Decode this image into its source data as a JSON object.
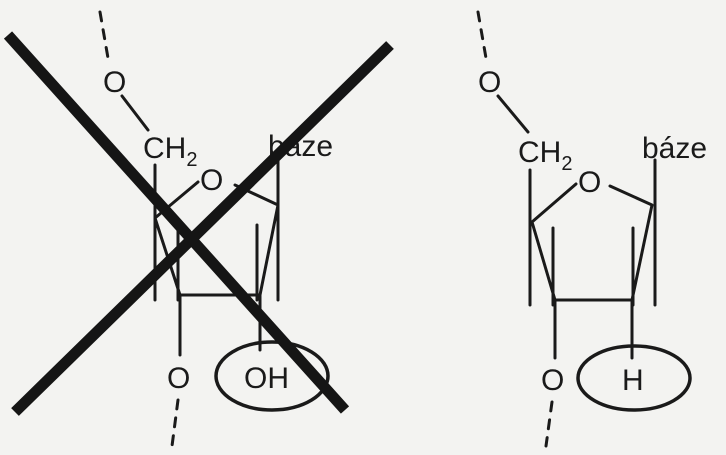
{
  "diagram": {
    "left": {
      "o_top": "O",
      "ch2_main": "CH",
      "ch2_sub": "2",
      "ring_o": "O",
      "base": "báze",
      "o_bottom": "O",
      "oh": "OH",
      "crossed_out": true
    },
    "right": {
      "o_top": "O",
      "ch2_main": "CH",
      "ch2_sub": "2",
      "ring_o": "O",
      "base": "báze",
      "o_bottom": "O",
      "h": "H"
    },
    "colors": {
      "ink": "#1a1a1a",
      "paper": "#f3f3f1"
    }
  }
}
